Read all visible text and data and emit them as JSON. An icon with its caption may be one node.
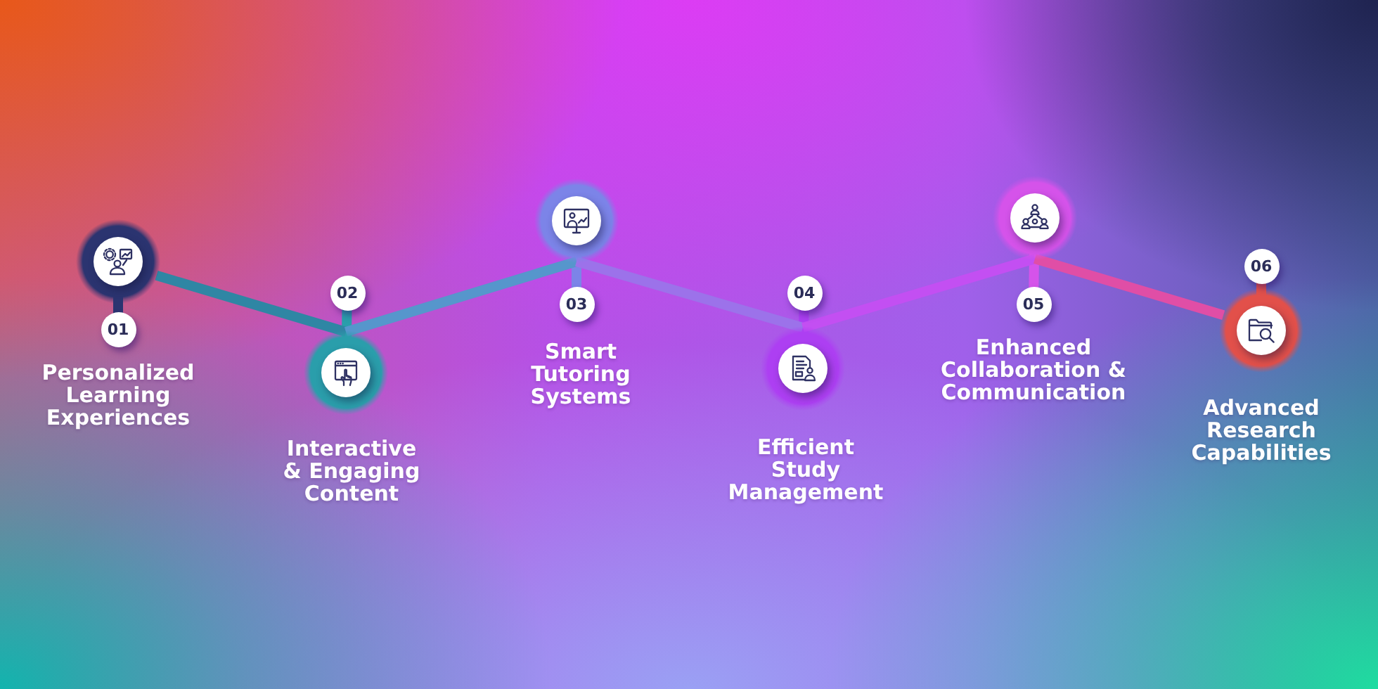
{
  "diagram": {
    "nodes": [
      {
        "text": [],
        "shape": "circle",
        "beside": [
          "01",
          "Personalized Learning Experiences"
        ]
      },
      {
        "text": [],
        "shape": "circle",
        "beside": [
          "02",
          "Interactive & Engaging Content"
        ]
      },
      {
        "text": [],
        "shape": "circle",
        "beside": [
          "03",
          "Smart Tutoring Systems"
        ]
      },
      {
        "text": [],
        "shape": "circle",
        "beside": [
          "04",
          "Efficient Study Management"
        ]
      },
      {
        "text": [],
        "shape": "circle",
        "beside": [
          "05",
          "Enhanced Collaboration & Communication"
        ]
      },
      {
        "text": [],
        "shape": "circle",
        "beside": [
          "06",
          "Advanced Research Capabilities"
        ]
      }
    ],
    "edges": [
      {
        "from": 0,
        "to": 1,
        "arrow": "none",
        "color": "#2f86a4"
      },
      {
        "from": 1,
        "to": 2,
        "arrow": "none",
        "color": "#5696cc"
      },
      {
        "from": 2,
        "to": 3,
        "arrow": "none",
        "color": "#9c72ea"
      },
      {
        "from": 3,
        "to": 4,
        "arrow": "none",
        "color": "#c34ff2"
      },
      {
        "from": 4,
        "to": 5,
        "arrow": "none",
        "color": "#e04ea6"
      }
    ]
  }
}
